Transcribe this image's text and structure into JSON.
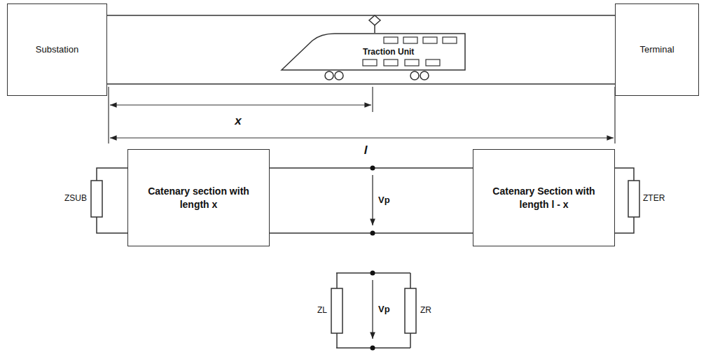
{
  "diagram": {
    "nodes": [
      {
        "text": [
          "Substation"
        ]
      },
      {
        "text": [
          "Traction Unit"
        ]
      },
      {
        "text": [
          "Terminal"
        ]
      },
      {
        "text": [
          "Catenary section with length x"
        ]
      },
      {
        "text": [
          "Catenary Section with length l - x"
        ]
      }
    ],
    "edges": [
      {
        "from": 3,
        "to": 4,
        "arrow": "none"
      },
      {
        "from": 3,
        "to": 4,
        "arrow": "none"
      }
    ],
    "labels": [
      "x",
      "l",
      "ZSUB",
      "Vp",
      "ZTER",
      "ZL",
      "Vp",
      "ZR"
    ]
  }
}
